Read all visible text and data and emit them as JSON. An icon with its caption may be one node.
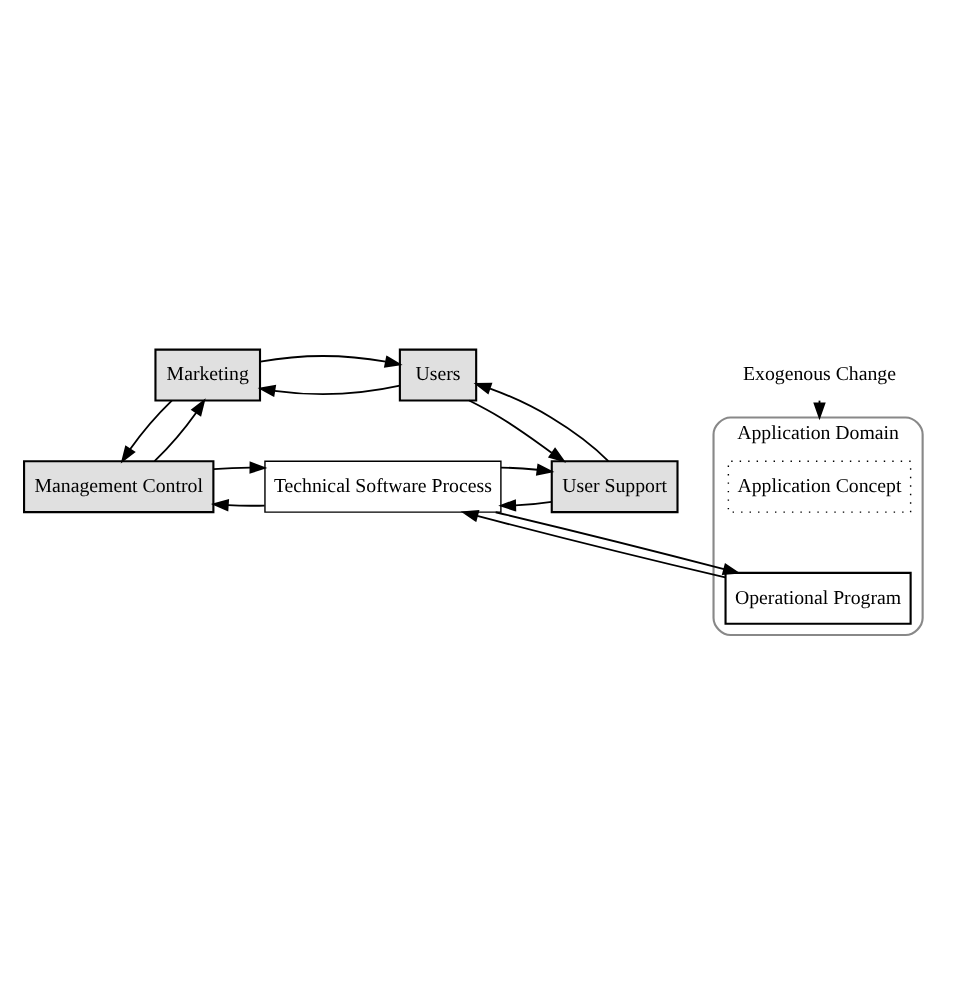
{
  "diagram": {
    "nodes": [
      {
        "text": [
          "Marketing"
        ]
      },
      {
        "text": [
          "Users"
        ]
      },
      {
        "text": [
          "Exogenous Change"
        ]
      },
      {
        "text": [
          "Application Domain"
        ]
      },
      {
        "text": [
          "Application Concept"
        ],
        "in": 3
      },
      {
        "text": [
          "Operational Program"
        ],
        "in": 3
      },
      {
        "text": [
          "Management Control"
        ]
      },
      {
        "text": [
          "Technical Software Process"
        ]
      },
      {
        "text": [
          "User Support"
        ]
      }
    ],
    "edges": [
      {
        "from": 1,
        "to": 0,
        "arrow": "to"
      },
      {
        "from": 0,
        "to": 1,
        "arrow": "to"
      },
      {
        "from": 0,
        "to": 6,
        "arrow": "to"
      },
      {
        "from": 6,
        "to": 0,
        "arrow": "to"
      },
      {
        "from": 1,
        "to": 8,
        "arrow": "to"
      },
      {
        "from": 8,
        "to": 1,
        "arrow": "to"
      },
      {
        "from": 2,
        "to": 3,
        "arrow": "to"
      },
      {
        "from": 7,
        "to": 5,
        "arrow": "to"
      },
      {
        "from": 5,
        "to": 7,
        "arrow": "to"
      },
      {
        "from": 7,
        "to": 6,
        "arrow": "to"
      },
      {
        "from": 6,
        "to": 7,
        "arrow": "to"
      },
      {
        "from": 8,
        "to": 7,
        "arrow": "to"
      },
      {
        "from": 7,
        "to": 8,
        "arrow": "to"
      }
    ]
  }
}
